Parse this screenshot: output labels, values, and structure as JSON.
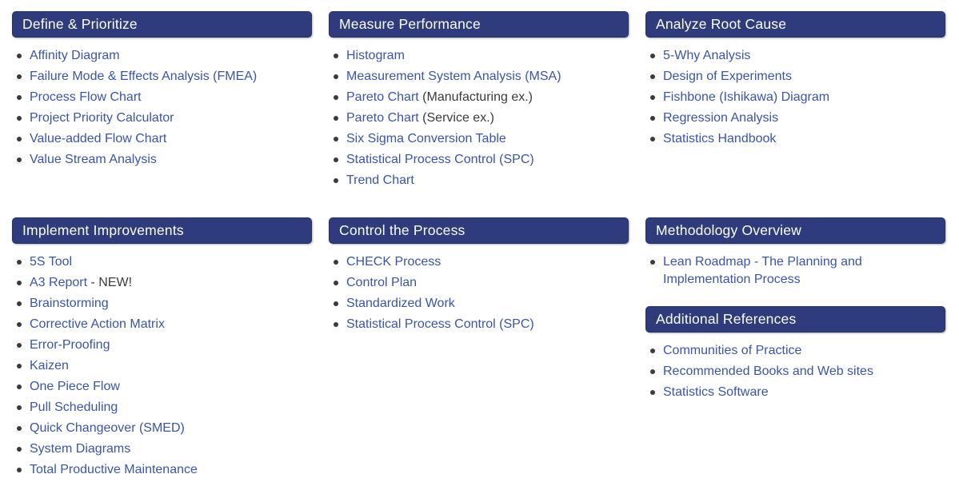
{
  "theme": {
    "header_bg": "#2e3c7d",
    "header_text": "#ffffff",
    "link_color": "#3a55a9",
    "text_color": "#3b3b3b",
    "page_bg": "#ffffff"
  },
  "sections": [
    {
      "title": "Define & Prioritize",
      "items": [
        {
          "link": "Affinity Diagram"
        },
        {
          "link": "Failure Mode & Effects Analysis (FMEA)"
        },
        {
          "link": "Process Flow Chart"
        },
        {
          "link": "Project Priority Calculator"
        },
        {
          "link": "Value-added Flow Chart"
        },
        {
          "link": "Value Stream Analysis"
        }
      ]
    },
    {
      "title": "Measure Performance",
      "items": [
        {
          "link": "Histogram"
        },
        {
          "link": "Measurement System Analysis (MSA)"
        },
        {
          "link": "Pareto Chart",
          "suffix": " (Manufacturing ex.)"
        },
        {
          "link": "Pareto Chart",
          "suffix": " (Service ex.)"
        },
        {
          "link": "Six Sigma Conversion Table"
        },
        {
          "link": "Statistical Process Control (SPC)"
        },
        {
          "link": "Trend Chart"
        }
      ]
    },
    {
      "title": "Analyze Root Cause",
      "items": [
        {
          "link": "5-Why Analysis"
        },
        {
          "link": "Design of Experiments"
        },
        {
          "link": "Fishbone (Ishikawa) Diagram"
        },
        {
          "link": "Regression Analysis"
        },
        {
          "link": "Statistics Handbook"
        }
      ]
    },
    {
      "title": "Implement Improvements",
      "items": [
        {
          "link": "5S Tool"
        },
        {
          "link": "A3 Report",
          "suffix": " - NEW!"
        },
        {
          "link": "Brainstorming"
        },
        {
          "link": "Corrective Action Matrix"
        },
        {
          "link": "Error-Proofing"
        },
        {
          "link": "Kaizen"
        },
        {
          "link": "One Piece Flow"
        },
        {
          "link": "Pull Scheduling"
        },
        {
          "link": "Quick Changeover (SMED)"
        },
        {
          "link": "System Diagrams"
        },
        {
          "link": "Total Productive Maintenance"
        }
      ]
    },
    {
      "title": "Control the Process",
      "items": [
        {
          "link": "CHECK Process"
        },
        {
          "link": "Control Plan"
        },
        {
          "link": "Standardized Work"
        },
        {
          "link": "Statistical Process Control (SPC)"
        }
      ]
    },
    {
      "title": "Methodology Overview",
      "items": [
        {
          "link": "Lean Roadmap - The Planning and Implementation Process"
        }
      ]
    },
    {
      "title": "Additional References",
      "items": [
        {
          "link": "Communities of Practice"
        },
        {
          "link": "Recommended Books and Web sites"
        },
        {
          "link": "Statistics Software"
        }
      ]
    }
  ]
}
